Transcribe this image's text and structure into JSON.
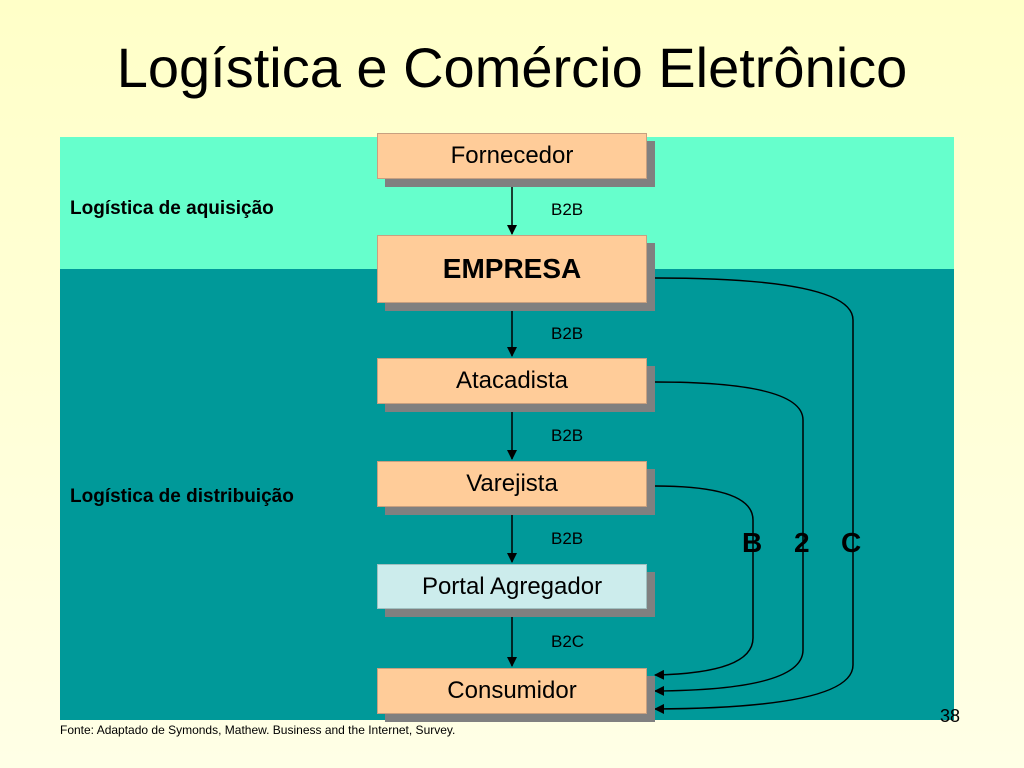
{
  "title": "Logística e Comércio Eletrônico",
  "sections": {
    "acquisition": "Logística de aquisição",
    "distribution": "Logística de distribuição"
  },
  "nodes": {
    "fornecedor": "Fornecedor",
    "empresa": "EMPRESA",
    "atacadista": "Atacadista",
    "varejista": "Varejista",
    "portal": "Portal Agregador",
    "consumidor": "Consumidor"
  },
  "edges": {
    "e1": "B2B",
    "e2": "B2B",
    "e3": "B2B",
    "e4": "B2B",
    "e5": "B2C"
  },
  "b2c_labels": [
    "B",
    "2",
    "C"
  ],
  "source": "Fonte: Adaptado de Symonds, Mathew. Business and the Internet, Survey.",
  "page_number": "38",
  "colors": {
    "acquisition_band": "#66ffcc",
    "distribution_band": "#009999",
    "node_fill": "#ffcc99",
    "portal_fill": "#ccecec"
  }
}
